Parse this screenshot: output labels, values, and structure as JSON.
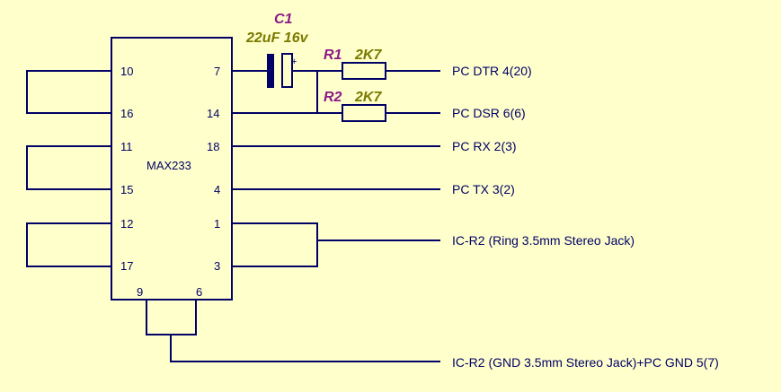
{
  "chip": {
    "name": "MAX233",
    "pins_left": [
      "10",
      "16",
      "11",
      "15",
      "12",
      "17"
    ],
    "pins_right": [
      "7",
      "14",
      "18",
      "4",
      "1",
      "3"
    ],
    "pins_bottom": [
      "9",
      "6"
    ]
  },
  "components": {
    "c1": {
      "ref": "C1",
      "value": "22uF 16v",
      "polarity": "+"
    },
    "r1": {
      "ref": "R1",
      "value": "2K7"
    },
    "r2": {
      "ref": "R2",
      "value": "2K7"
    }
  },
  "nets": {
    "dtr": "PC DTR 4(20)",
    "dsr": "PC DSR 6(6)",
    "rx": "PC RX 2(3)",
    "tx": "PC TX 3(2)",
    "ring": "IC-R2 (Ring 3.5mm Stereo Jack)",
    "gnd": "IC-R2 (GND 3.5mm Stereo Jack)+PC GND 5(7)"
  },
  "colors": {
    "background": "#FFFFCC",
    "wire": "#000066",
    "ref": "#8B1A89",
    "value": "#7A7A00"
  }
}
